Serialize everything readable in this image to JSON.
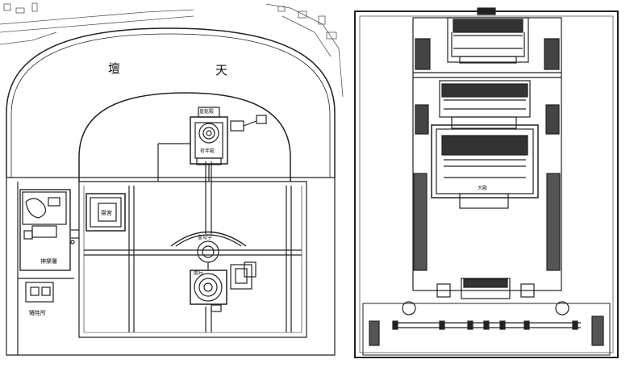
{
  "left_plan": {
    "label_tian": "天",
    "label_tan": "壇",
    "qinian_label": "祈年殿",
    "huangqian_label": "皇乾殿",
    "zhaigong_label": "齋宮",
    "huangqiongyu_label": "皇穹宇",
    "huanqiu_label": "圜丘",
    "shengong_label": "神樂署",
    "xisheng_label": "犧牲所"
  },
  "right_plan": {
    "hall_label": "大殿"
  }
}
